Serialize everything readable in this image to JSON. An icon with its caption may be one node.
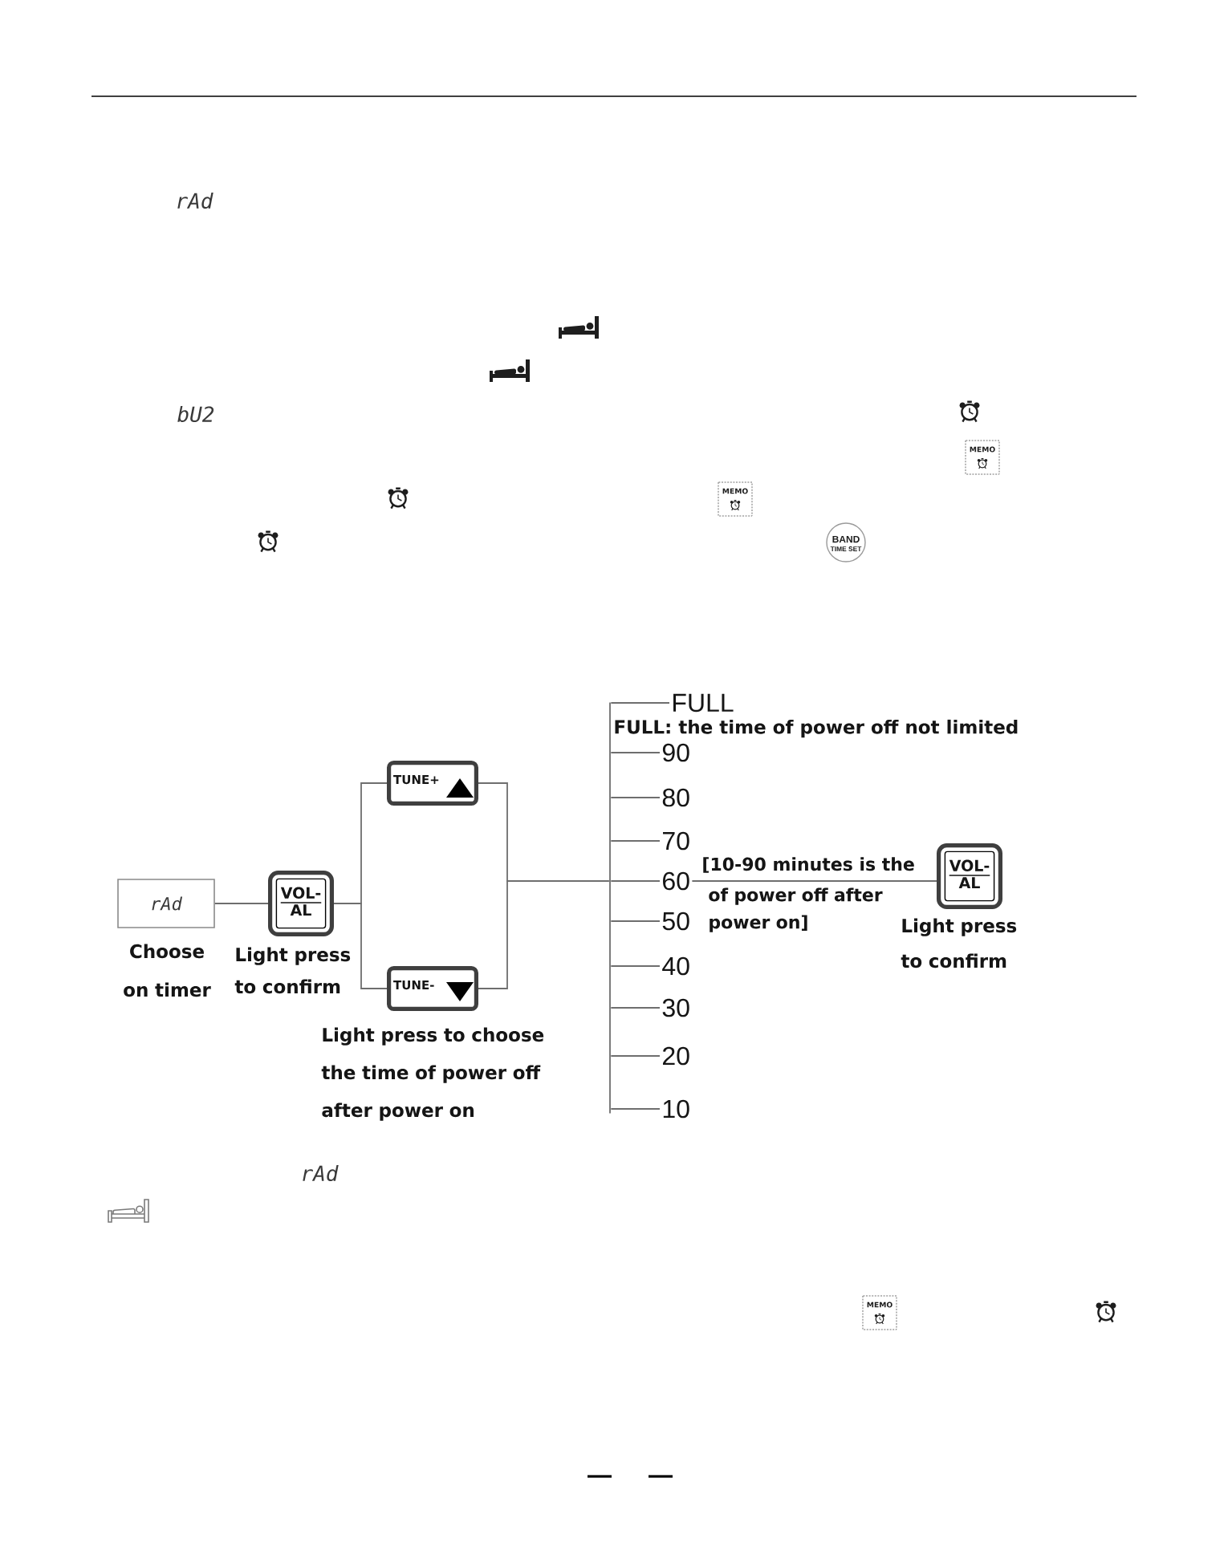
{
  "diagram": {
    "nodes": [
      {
        "text": [
          "rAd"
        ],
        "beside": [
          "Choose on timer"
        ]
      },
      {
        "text": [
          "VOL-",
          "AL"
        ],
        "beside": [
          "Light press to confirm"
        ]
      },
      {
        "text": [
          "TUNE+"
        ]
      },
      {
        "text": [
          "TUNE-"
        ],
        "beside": [
          "Light press to choose the time of power off after power on"
        ]
      },
      {
        "text": [],
        "shape": "bar"
      },
      {
        "text": [
          "FULL"
        ],
        "beside": [
          "FULL: the time of power off not limited"
        ]
      },
      {
        "text": [
          "90"
        ]
      },
      {
        "text": [
          "80"
        ]
      },
      {
        "text": [
          "70"
        ]
      },
      {
        "text": [
          "60"
        ]
      },
      {
        "text": [
          "50"
        ]
      },
      {
        "text": [
          "40"
        ]
      },
      {
        "text": [
          "30"
        ]
      },
      {
        "text": [
          "20"
        ]
      },
      {
        "text": [
          "10"
        ]
      },
      {
        "text": [
          "VOL-",
          "AL"
        ],
        "beside": [
          "Light press to confirm"
        ]
      }
    ],
    "edges": [
      {
        "from": 0,
        "to": 1,
        "arrow": "none"
      },
      {
        "from": 1,
        "to": 2,
        "arrow": "none"
      },
      {
        "from": 1,
        "to": 3,
        "arrow": "none"
      },
      {
        "from": 2,
        "to": 4,
        "arrow": "none"
      },
      {
        "from": 3,
        "to": 4,
        "arrow": "none"
      },
      {
        "from": 4,
        "to": 5,
        "arrow": "none"
      },
      {
        "from": 4,
        "to": 6,
        "arrow": "none"
      },
      {
        "from": 4,
        "to": 7,
        "arrow": "none"
      },
      {
        "from": 4,
        "to": 8,
        "arrow": "none"
      },
      {
        "from": 4,
        "to": 9,
        "arrow": "none"
      },
      {
        "from": 4,
        "to": 10,
        "arrow": "none"
      },
      {
        "from": 4,
        "to": 11,
        "arrow": "none"
      },
      {
        "from": 4,
        "to": 12,
        "arrow": "none"
      },
      {
        "from": 4,
        "to": 13,
        "arrow": "none"
      },
      {
        "from": 4,
        "to": 14,
        "arrow": "none"
      },
      {
        "from": 9,
        "to": 15,
        "arrow": "none"
      }
    ],
    "labels": [
      "rAd",
      "bU2",
      "MEMO",
      "MEMO",
      "BAND",
      "TIME SET",
      "[10-90 minutes is the",
      "of power off after power on]",
      "rAd",
      "MEMO"
    ]
  }
}
